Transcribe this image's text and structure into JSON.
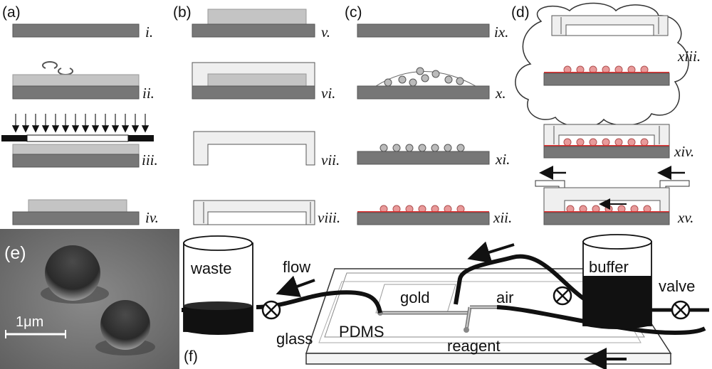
{
  "panels": {
    "a": "(a)",
    "b": "(b)",
    "c": "(c)",
    "d": "(d)",
    "e": "(e)",
    "f": "(f)"
  },
  "steps": [
    "i.",
    "ii.",
    "iii.",
    "iv.",
    "v.",
    "vi.",
    "vii.",
    "viii.",
    "ix.",
    "x.",
    "xi.",
    "xii.",
    "xiii.",
    "xiv.",
    "xv."
  ],
  "sem": {
    "scale_label": "1μm"
  },
  "setup": {
    "waste": "waste",
    "buffer": "buffer",
    "flow": "flow",
    "gold": "gold",
    "air": "air",
    "valve": "valve",
    "glass": "glass",
    "pdms": "PDMS",
    "reagent": "reagent"
  },
  "colors": {
    "substrate": "#777777",
    "resist": "#c4c4c4",
    "gold_line": "#e03030",
    "particle": "#e89a9a"
  }
}
